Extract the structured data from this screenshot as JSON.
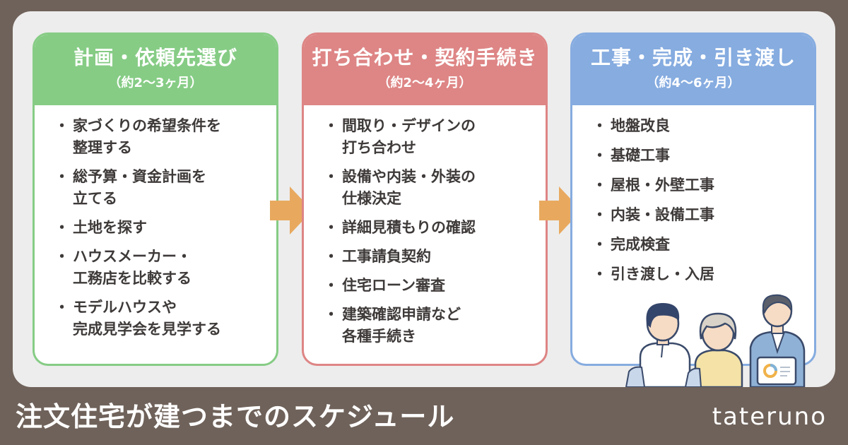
{
  "cards": [
    {
      "title": "計画・依頼先選び",
      "period": "（約2〜3ヶ月）",
      "items": [
        [
          "家づくりの希望条件を",
          "整理する"
        ],
        [
          "総予算・資金計画を",
          "立てる"
        ],
        [
          "土地を探す"
        ],
        [
          "ハウスメーカー・",
          "工務店を比較する"
        ],
        [
          "モデルハウスや",
          "完成見学会を見学する"
        ]
      ]
    },
    {
      "title": "打ち合わせ・契約手続き",
      "period": "（約2〜4ヶ月）",
      "items": [
        [
          "間取り・デザインの",
          "打ち合わせ"
        ],
        [
          "設備や内装・外装の",
          "仕様決定"
        ],
        [
          "詳細見積もりの確認"
        ],
        [
          "工事請負契約"
        ],
        [
          "住宅ローン審査"
        ],
        [
          "建築確認申請など",
          "各種手続き"
        ]
      ]
    },
    {
      "title": "工事・完成・引き渡し",
      "period": "（約4〜6ヶ月）",
      "items": [
        [
          "地盤改良"
        ],
        [
          "基礎工事"
        ],
        [
          "屋根・外壁工事"
        ],
        [
          "内装・設備工事"
        ],
        [
          "完成検査"
        ],
        [
          "引き渡し・入居"
        ]
      ]
    }
  ],
  "footer": {
    "title": "注文住宅が建つまでのスケジュール",
    "brand": "tateruno"
  },
  "colors": {
    "background": "#6f625a",
    "panel": "#ededed",
    "step1": "#86cc85",
    "step2": "#de8585",
    "step3": "#86ace0",
    "arrow": "#e8a95f"
  },
  "icons": [
    "arrow-right-icon",
    "consultation-illustration"
  ]
}
